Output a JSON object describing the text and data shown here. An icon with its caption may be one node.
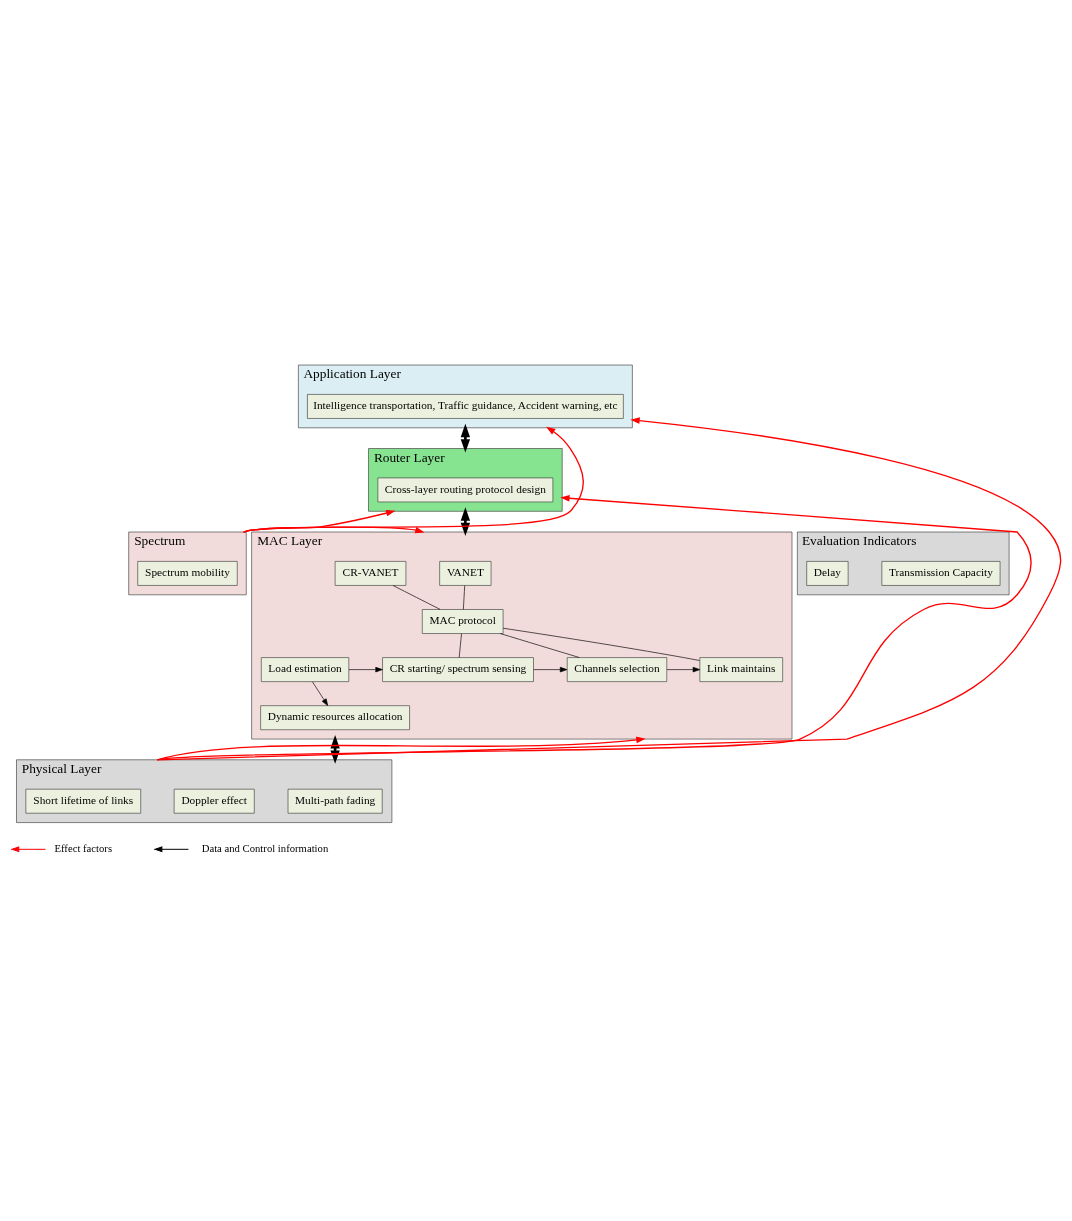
{
  "diagram": {
    "nodes": [
      {
        "text": [
          "Application Layer"
        ]
      },
      {
        "text": [
          "Intelligence transportation, Traffic guidance, Accident warning, etc"
        ],
        "in": 0
      },
      {
        "text": [
          "Router Layer"
        ]
      },
      {
        "text": [
          "Cross-layer routing protocol design"
        ],
        "in": 2
      },
      {
        "text": [
          "Spectrum"
        ]
      },
      {
        "text": [
          "Spectrum mobility"
        ],
        "in": 4
      },
      {
        "text": [
          "MAC Layer"
        ]
      },
      {
        "text": [
          "VANET"
        ],
        "in": 6
      },
      {
        "text": [
          "CR-VANET"
        ],
        "in": 6
      },
      {
        "text": [
          "MAC protocol"
        ],
        "in": 6
      },
      {
        "text": [
          "Load estimation"
        ],
        "in": 6
      },
      {
        "text": [
          "CR starting/ spectrum sensing"
        ],
        "in": 6
      },
      {
        "text": [
          "Channels selection"
        ],
        "in": 6
      },
      {
        "text": [
          "Link maintains"
        ],
        "in": 6
      },
      {
        "text": [
          "Dynamic resources allocation"
        ],
        "in": 6
      },
      {
        "text": [
          "Physical Layer"
        ]
      },
      {
        "text": [
          "Multi-path fading"
        ],
        "in": 15
      },
      {
        "text": [
          "Doppler effect"
        ],
        "in": 15
      },
      {
        "text": [
          "Short lifetime of links"
        ],
        "in": 15
      },
      {
        "text": [
          "Evaluation Indicators"
        ]
      },
      {
        "text": [
          "Transmission Capacity"
        ],
        "in": 19
      },
      {
        "text": [
          "Delay"
        ],
        "in": 19
      }
    ],
    "edges": [
      {
        "from": 0,
        "to": 2,
        "arrow": "both",
        "style": "thick"
      },
      {
        "from": 2,
        "to": 6,
        "arrow": "both",
        "style": "thick"
      },
      {
        "from": 6,
        "to": 15,
        "arrow": "both",
        "style": "thick"
      },
      {
        "from": 7,
        "to": 9,
        "arrow": "none"
      },
      {
        "from": 8,
        "to": 9,
        "arrow": "none"
      },
      {
        "from": 9,
        "to": 11,
        "arrow": "none"
      },
      {
        "from": 9,
        "to": 12,
        "arrow": "none"
      },
      {
        "from": 9,
        "to": 13,
        "arrow": "none"
      },
      {
        "from": 10,
        "to": 11,
        "arrow": "to"
      },
      {
        "from": 11,
        "to": 12,
        "arrow": "to"
      },
      {
        "from": 12,
        "to": 13,
        "arrow": "to"
      },
      {
        "from": 10,
        "to": 14,
        "arrow": "to"
      },
      {
        "from": 15,
        "to": 0,
        "arrow": "to",
        "color": "#ff0000"
      },
      {
        "from": 15,
        "to": 2,
        "arrow": "to",
        "color": "#ff0000"
      },
      {
        "from": 15,
        "to": 6,
        "arrow": "to",
        "color": "#ff0000"
      },
      {
        "from": 4,
        "to": 0,
        "arrow": "to",
        "color": "#ff0000"
      },
      {
        "from": 4,
        "to": 2,
        "arrow": "to",
        "color": "#ff0000"
      },
      {
        "from": 4,
        "to": 6,
        "arrow": "to",
        "color": "#ff0000"
      }
    ],
    "legend": [
      {
        "text": "Effect factors"
      },
      {
        "text": "Data and Control information"
      }
    ]
  }
}
